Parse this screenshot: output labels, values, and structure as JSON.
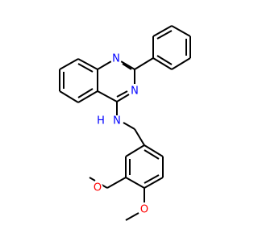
{
  "molecule": {
    "atoms": [
      {
        "id": "a1",
        "label": "N",
        "color": "#0000ff"
      },
      {
        "id": "a2",
        "label": "N",
        "color": "#0000ff"
      },
      {
        "id": "a3",
        "label": "N",
        "color": "#0000ff"
      },
      {
        "id": "a3h",
        "label": "H",
        "color": "#0000ff"
      },
      {
        "id": "a4",
        "label": "O",
        "color": "#ff0000"
      },
      {
        "id": "a5",
        "label": "O",
        "color": "#ff0000"
      }
    ]
  }
}
